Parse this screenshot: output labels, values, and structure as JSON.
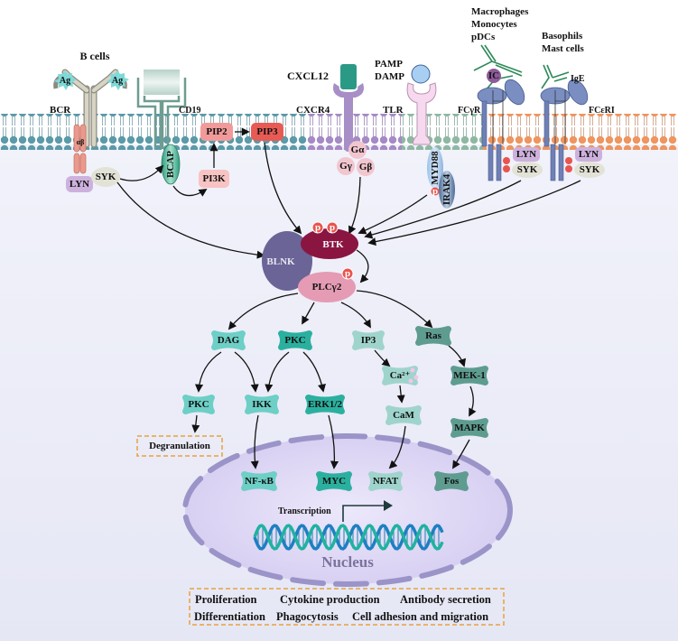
{
  "cell_types": {
    "b_cells": "B cells",
    "macrophages": [
      "Macrophages",
      "Monocytes",
      "pDCs"
    ],
    "basophils": [
      "Basophils",
      "Mast cells"
    ]
  },
  "receptors": {
    "bcr": "BCR",
    "ag_left": "Ag",
    "ag_right": "Ag",
    "alpha_beta": "αβ",
    "cd19": "CD19",
    "cxcl12": "CXCL12",
    "cxcr4": "CXCR4",
    "pamp": "PAMP",
    "damp": "DAMP",
    "tlr": "TLR",
    "fcgr": "FCγR",
    "fceri": "FCεRI",
    "ic": "IC",
    "ige": "IgE"
  },
  "membrane_nodes": {
    "lyn": "LYN",
    "syk": "SYK",
    "bcap": "BCAP",
    "pi3k": "PI3K",
    "pip2": "PIP2",
    "pip3": "PIP3",
    "g_alpha": "Gα",
    "g_gamma": "Gγ",
    "g_beta": "Gβ",
    "myd88": "MYD88",
    "irak4": "IRAK4",
    "fcgr_lyn": "LYN",
    "fcgr_syk": "SYK",
    "fceri_lyn": "LYN",
    "fceri_syk": "SYK",
    "phospho": "p"
  },
  "core": {
    "btk": "BTK",
    "blnk": "BLNK",
    "plcg2": "PLCγ2"
  },
  "pathway": {
    "dag": "DAG",
    "pkc_top": "PKC",
    "ip3": "IP3",
    "ras": "Ras",
    "pkc_low": "PKC",
    "ikk": "IKK",
    "erk": "ERK1/2",
    "ca": "Ca²⁺",
    "cam": "CaM",
    "mek": "MEK-1",
    "mapk": "MAPK",
    "degranulation": "Degranulation"
  },
  "nucleus": {
    "label": "Nucleus",
    "transcription": "Transcription",
    "factors": [
      "NF-κB",
      "MYC",
      "NFAT",
      "Fos"
    ]
  },
  "outcomes": {
    "row1": [
      "Proliferation",
      "Cytokine production",
      "Antibody secretion"
    ],
    "row2": [
      "Differentiation",
      "Phagocytosis",
      "Cell adhesion and migration"
    ]
  },
  "colors": {
    "cytoplasm": "#e9eaf6",
    "membrane_b": "#5b9aa8",
    "membrane_cxcr": "#a58ac5",
    "membrane_tlr": "#8fb8a3",
    "membrane_fc": "#ee9560",
    "btk": "#8a1541",
    "blnk": "#6b6496",
    "plcg2": "#e59bb4",
    "teal_light": "#6dcfc6",
    "teal_mid": "#2bb09f",
    "teal_pale": "#9fd4cc",
    "teal_dark": "#5e9c90",
    "nucleus_fill": "#d9d2f3",
    "nucleus_border": "#9a94c8",
    "dashed_box": "#e8a13e",
    "phospho": "#e8554e"
  }
}
